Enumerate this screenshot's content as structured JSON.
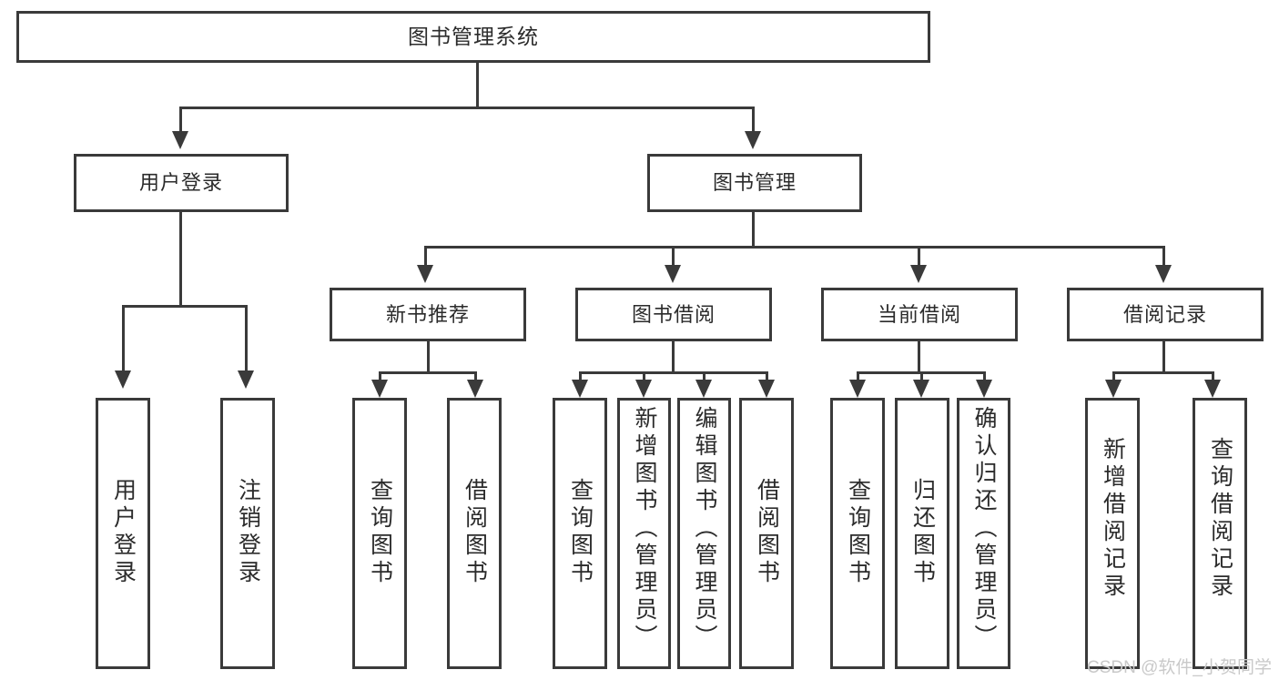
{
  "diagram": {
    "title": "图书管理系统",
    "type": "tree",
    "watermark": "CSDN @软件_小贺同学",
    "colors": {
      "stroke": "#3a3a3a",
      "fill": "#ffffff",
      "text": "#2b2b2b",
      "watermark": "#c9c9c9"
    },
    "levels": {
      "root": "图书管理系统",
      "level1": [
        "用户登录",
        "图书管理"
      ],
      "level2": [
        "新书推荐",
        "图书借阅",
        "当前借阅",
        "借阅记录"
      ]
    },
    "nodes": {
      "root": {
        "label": "图书管理系统"
      },
      "l1_user_login": {
        "label": "用户登录"
      },
      "l1_book_mgmt": {
        "label": "图书管理"
      },
      "l2_new_book_rec": {
        "label": "新书推荐"
      },
      "l2_book_borrow": {
        "label": "图书借阅"
      },
      "l2_current_borrow": {
        "label": "当前借阅"
      },
      "l2_borrow_record": {
        "label": "借阅记录"
      },
      "leaf_user_login": {
        "label": "用户登录"
      },
      "leaf_logout": {
        "label": "注销登录"
      },
      "leaf_query_book_a": {
        "label": "查询图书"
      },
      "leaf_borrow_book_a": {
        "label": "借阅图书"
      },
      "leaf_query_book_b": {
        "label": "查询图书"
      },
      "leaf_add_book": {
        "label": "新增图书（管理员）"
      },
      "leaf_edit_book": {
        "label": "编辑图书（管理员）"
      },
      "leaf_borrow_book_b": {
        "label": "借阅图书"
      },
      "leaf_query_book_c": {
        "label": "查询图书"
      },
      "leaf_return_book": {
        "label": "归还图书"
      },
      "leaf_confirm_return": {
        "label": "确认归还（管理员）"
      },
      "leaf_add_record": {
        "label": "新增借阅记录"
      },
      "leaf_query_record": {
        "label": "查询借阅记录"
      }
    },
    "edges": [
      {
        "from": "root",
        "to": "l1_user_login"
      },
      {
        "from": "root",
        "to": "l1_book_mgmt"
      },
      {
        "from": "l1_user_login",
        "to": "leaf_user_login"
      },
      {
        "from": "l1_user_login",
        "to": "leaf_logout"
      },
      {
        "from": "l1_book_mgmt",
        "to": "l2_new_book_rec"
      },
      {
        "from": "l1_book_mgmt",
        "to": "l2_book_borrow"
      },
      {
        "from": "l1_book_mgmt",
        "to": "l2_current_borrow"
      },
      {
        "from": "l1_book_mgmt",
        "to": "l2_borrow_record"
      },
      {
        "from": "l2_new_book_rec",
        "to": "leaf_query_book_a"
      },
      {
        "from": "l2_new_book_rec",
        "to": "leaf_borrow_book_a"
      },
      {
        "from": "l2_book_borrow",
        "to": "leaf_query_book_b"
      },
      {
        "from": "l2_book_borrow",
        "to": "leaf_add_book"
      },
      {
        "from": "l2_book_borrow",
        "to": "leaf_edit_book"
      },
      {
        "from": "l2_book_borrow",
        "to": "leaf_borrow_book_b"
      },
      {
        "from": "l2_current_borrow",
        "to": "leaf_query_book_c"
      },
      {
        "from": "l2_current_borrow",
        "to": "leaf_return_book"
      },
      {
        "from": "l2_current_borrow",
        "to": "leaf_confirm_return"
      },
      {
        "from": "l2_borrow_record",
        "to": "leaf_add_record"
      },
      {
        "from": "l2_borrow_record",
        "to": "leaf_query_record"
      }
    ]
  }
}
